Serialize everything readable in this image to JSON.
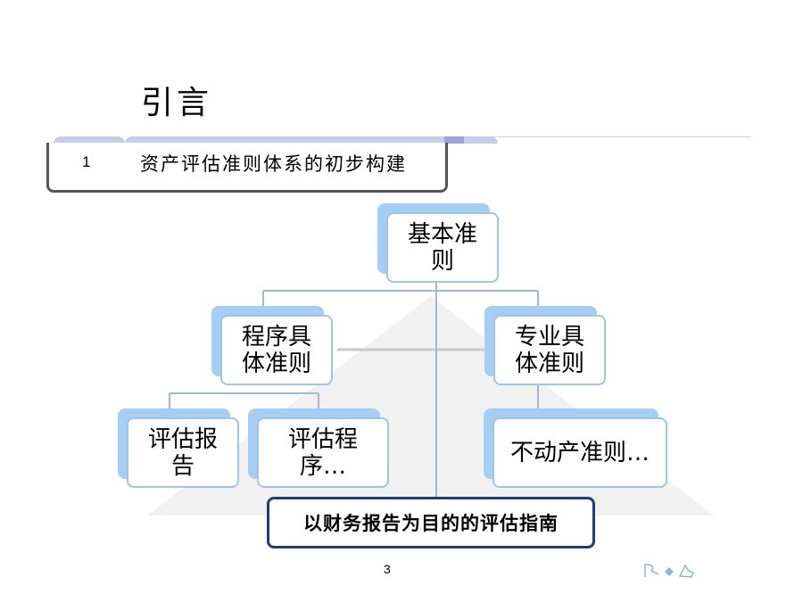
{
  "slide": {
    "title": "引言",
    "section_number": "1",
    "section_title": "资产评估准则体系的初步构建",
    "page_number": "3"
  },
  "diagram": {
    "root": "基本准则",
    "level2": [
      "程序具体准则",
      "专业具体准则"
    ],
    "level3_left": [
      "评估报告",
      "评估程序…"
    ],
    "level3_right": [
      "不动产准则…"
    ],
    "guide_box": "以财务报告为目的的评估指南"
  },
  "colors": {
    "node_border": "#9ec4ea",
    "node_shadow": "#a6cdf3",
    "guide_border": "#1f3d7a",
    "header_strip": "#c8cbeb"
  },
  "icons": [
    "prev-arrow-icon",
    "home-diamond-icon",
    "next-hand-icon"
  ]
}
